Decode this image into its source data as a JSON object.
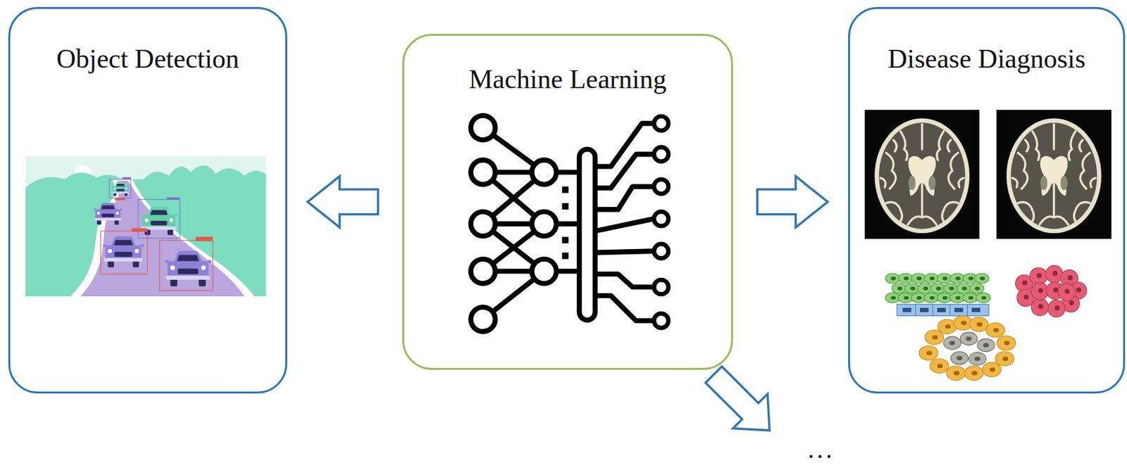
{
  "diagram": {
    "nodes": [
      {
        "text": [
          "Object Detection"
        ]
      },
      {
        "text": [
          "Machine Learning"
        ]
      },
      {
        "text": [
          "Disease Diagnosis"
        ]
      }
    ],
    "edges": [
      {
        "from": 1,
        "to": 0,
        "arrow": "to"
      },
      {
        "from": 1,
        "to": 2,
        "arrow": "to"
      }
    ],
    "labels": [
      "..."
    ]
  }
}
